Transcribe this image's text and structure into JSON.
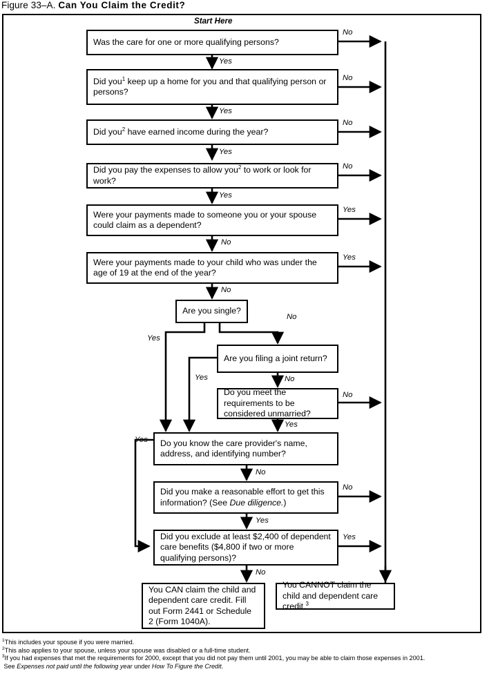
{
  "title": {
    "figure": "Figure 33–A.",
    "name": "Can You Claim the Credit?"
  },
  "start_label": "Start Here",
  "nodes": {
    "q1": {
      "text": "Was the care for one or more qualifying persons?"
    },
    "q2": {
      "text": "Did you1 keep up a home for you and that qualifying person or persons?"
    },
    "q3": {
      "text": "Did you2 have earned income during the year?"
    },
    "q4": {
      "text": "Did you pay the expenses to allow you2 to work or look for work?"
    },
    "q5": {
      "text": "Were your payments made to someone you or your spouse could claim as a dependent?"
    },
    "q6": {
      "text": "Were your payments made to your child who was under the age of 19 at the end of the year?"
    },
    "q7": {
      "text": "Are you single?"
    },
    "q8": {
      "text": "Are you filing a joint return?"
    },
    "q9": {
      "text": "Do you meet the requirements to be considered unmarried?"
    },
    "q10": {
      "text": "Do you know the care provider's name, address, and identifying number?"
    },
    "q11": {
      "text": "Did you make a reasonable effort to get this information? (See Due diligence.)",
      "italic": "Due diligence"
    },
    "q12": {
      "text": "Did you exclude at least $2,400 of dependent care benefits ($4,800 if two or more qualifying persons)?"
    },
    "can": {
      "text": "You CAN claim the child and dependent care credit. Fill out Form 2441 or Schedule 2 (Form 1040A)."
    },
    "cannot": {
      "text": "You CANNOT claim the child and dependent care credit.3"
    }
  },
  "edges": {
    "q1_no": "No",
    "q1_yes": "Yes",
    "q2_no": "No",
    "q2_yes": "Yes",
    "q3_no": "No",
    "q3_yes": "Yes",
    "q4_no": "No",
    "q4_yes": "Yes",
    "q5_yes": "Yes",
    "q5_no": "No",
    "q6_yes": "Yes",
    "q6_no": "No",
    "q7_yes": "Yes",
    "q7_no": "No",
    "q8_yes": "Yes",
    "q8_no": "No",
    "q9_no": "No",
    "q9_yes": "Yes",
    "q10_yes": "Yes",
    "q10_no": "No",
    "q11_no": "No",
    "q11_yes": "Yes",
    "q12_yes": "Yes",
    "q12_no": "No"
  },
  "footnotes": {
    "n1": "This includes your spouse if you were married.",
    "n2": "This also applies to your spouse, unless your spouse was disabled or a full-time student.",
    "n3a": "If you had expenses that met the requirements for 2000, except that you did not pay them until 2001, you may be able to claim those expenses in 2001.",
    "n3b_pre": "See ",
    "n3b_it1": "Expenses not paid until the following year",
    "n3b_mid": " under ",
    "n3b_it2": "How To Figure the Credit",
    "n3b_end": "."
  },
  "colors": {
    "ink": "#000000",
    "paper": "#ffffff"
  }
}
